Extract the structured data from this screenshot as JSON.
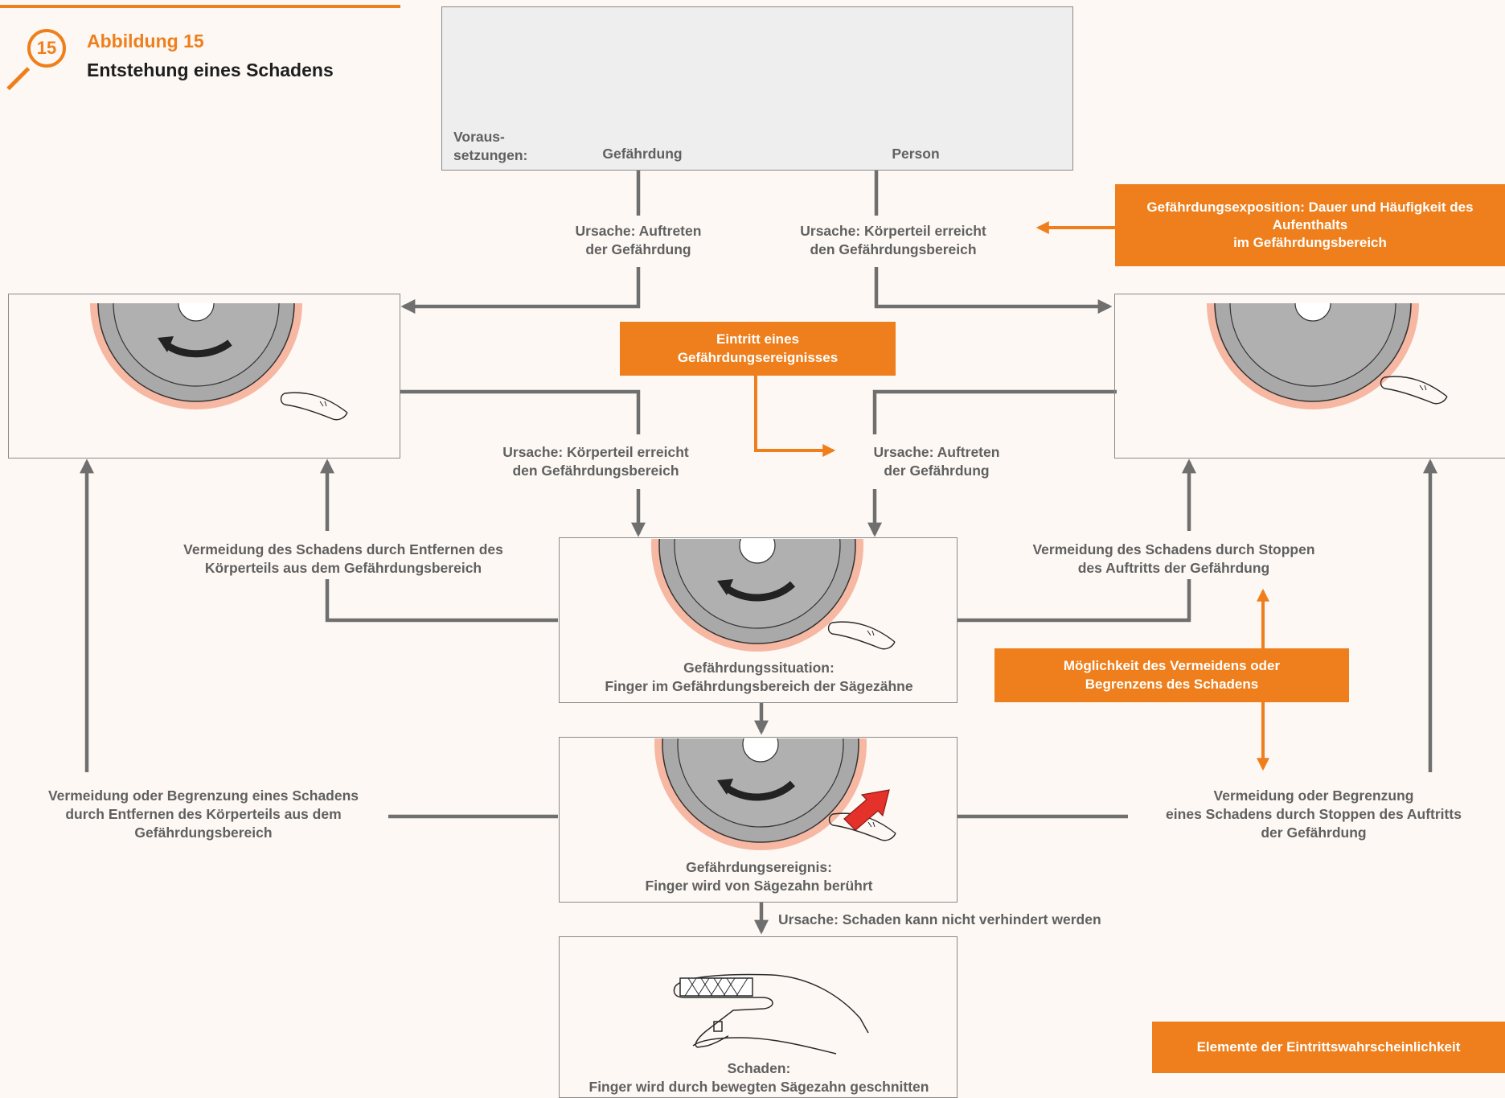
{
  "header": {
    "badge_number": "15",
    "figure_label": "Abbildung 15",
    "figure_title": "Entstehung eines Schadens"
  },
  "top_box": {
    "prereq_label": "Voraus-\nsetzungen:",
    "hazard_label": "Gefährdung",
    "plus_sign": "+",
    "person_label": "Person"
  },
  "labels": {
    "cause_hazard_top": "Ursache: Auftreten\nder Gefährdung",
    "cause_body_top": "Ursache: Körperteil erreicht\nden Gefährdungsbereich",
    "cause_body_mid": "Ursache: Körperteil erreicht\nden Gefährdungsbereich",
    "cause_hazard_mid": "Ursache: Auftreten\nder Gefährdung",
    "avoid_remove_body": "Vermeidung des Schadens durch Entfernen des\nKörperteils aus dem Gefährdungsbereich",
    "avoid_stop_hazard": "Vermeidung des Schadens durch Stoppen\ndes Auftritts der Gefährdung",
    "limit_remove_body": "Vermeidung oder Begrenzung eines Schadens\ndurch Entfernen des Körperteils aus dem\nGefährdungsbereich",
    "limit_stop_hazard": "Vermeidung oder Begrenzung\neines Schadens durch Stoppen des Auftritts\nder Gefährdung",
    "cause_unpreventable": "Ursache: Schaden kann nicht verhindert werden"
  },
  "boxes": {
    "situation_caption": "Gefährdungssituation:\nFinger im Gefährdungsbereich der Sägezähne",
    "event_caption": "Gefährdungsereignis:\nFinger wird von Sägezahn berührt",
    "damage_caption": "Schaden:\nFinger wird durch bewegten Sägezahn geschnitten"
  },
  "orange_boxes": {
    "exposure": "Gefährdungsexposition: Dauer und Häufigkeit des Aufenthalts\nim Gefährdungsbereich",
    "event_occurrence": "Eintritt eines\nGefährdungsereignisses",
    "avoid_possibility": "Möglichkeit des Vermeidens oder\nBegrenzens des Schadens",
    "legend": "Elemente der Eintrittswahrscheinlichkeit"
  },
  "colors": {
    "accent": "#ee7f1c",
    "line_gray": "#6f6f6f",
    "box_fill": "#eeeeee",
    "blade_gray": "#a9a9a9",
    "blade_glow": "#f6b8a3",
    "warning_arrow": "#e4312a"
  }
}
